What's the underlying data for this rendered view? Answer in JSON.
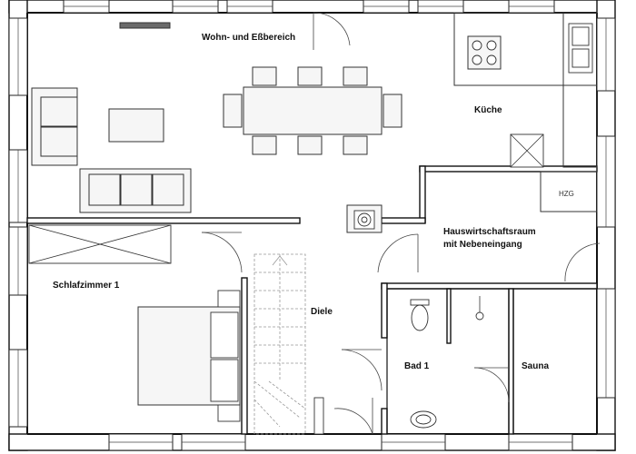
{
  "rooms": {
    "living": "Wohn- und Eßbereich",
    "kitchen": "Küche",
    "utility_line1": "Hauswirtschaftsraum",
    "utility_line2": "mit Nebeneingang",
    "bedroom": "Schlafzimmer 1",
    "hall": "Diele",
    "bath": "Bad 1",
    "sauna": "Sauna"
  },
  "labels": {
    "heating": "HZG"
  }
}
